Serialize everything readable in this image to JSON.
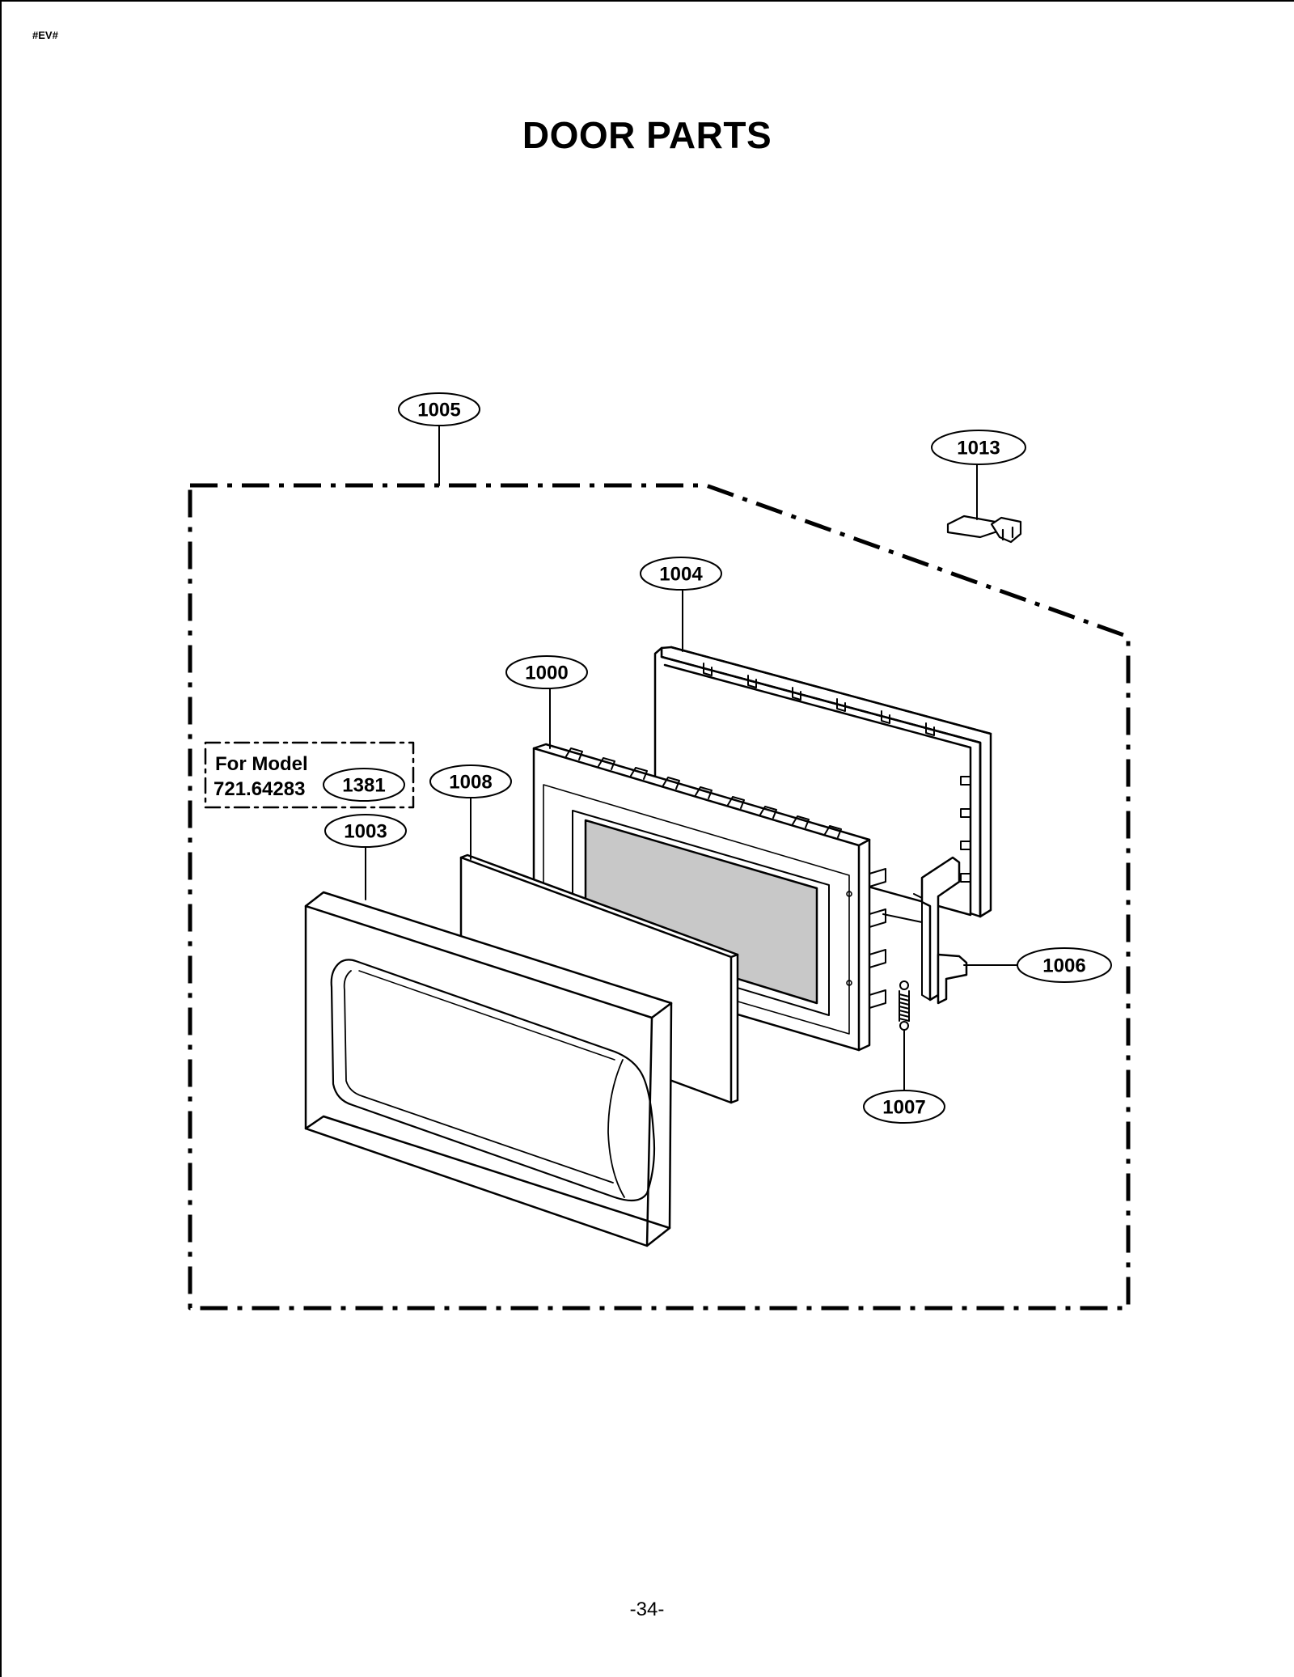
{
  "header": {
    "tag": "#EV#",
    "title": "DOOR PARTS"
  },
  "footer": {
    "page_number": "-34-"
  },
  "note": {
    "line1": "For Model",
    "line2": "721.64283"
  },
  "callouts": {
    "door_assembly": "1005",
    "latch_cover": "1013",
    "choke_cover": "1004",
    "door_frame": "1000",
    "door_screen": "1008",
    "door_panel": "1003",
    "alt_part": "1381",
    "latch": "1006",
    "spring": "1007"
  },
  "colors": {
    "line": "#000000",
    "glass": "#c8c8c8",
    "paper": "#ffffff"
  }
}
